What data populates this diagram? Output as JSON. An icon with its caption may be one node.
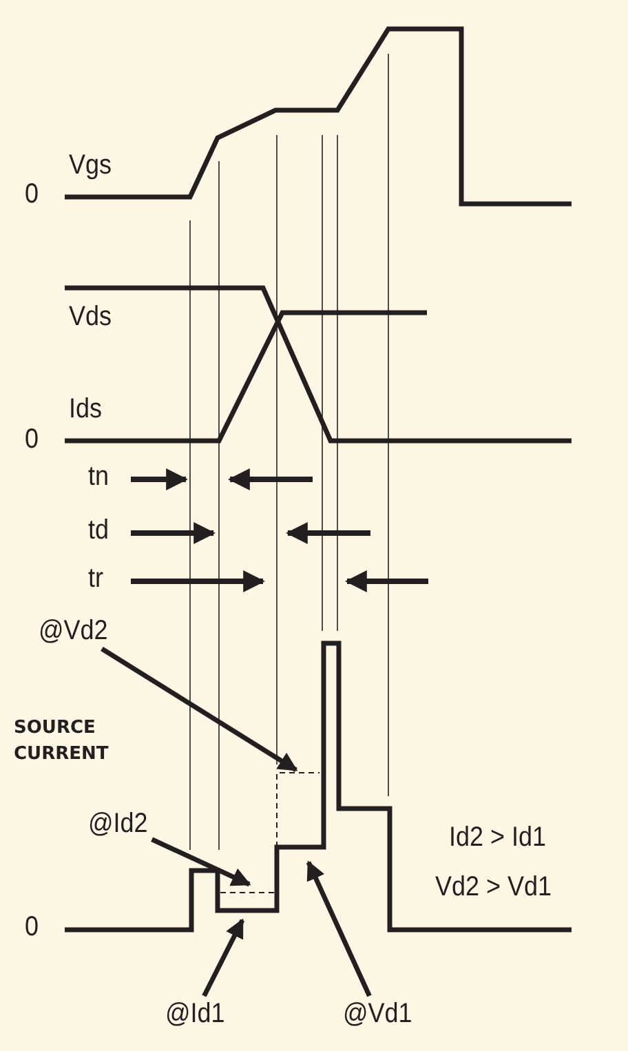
{
  "diagram": {
    "nodes": [
      {
        "text": [
          "@Vd2"
        ]
      },
      {
        "text": [
          "@Id2"
        ]
      },
      {
        "text": [
          "@Id1"
        ]
      },
      {
        "text": [
          "@Vd1"
        ]
      }
    ],
    "edges": [
      {
        "from": 0,
        "to": null,
        "arrow": "to"
      },
      {
        "from": 1,
        "to": null,
        "arrow": "to"
      },
      {
        "from": 2,
        "to": null,
        "arrow": "to"
      },
      {
        "from": 3,
        "to": null,
        "arrow": "to"
      }
    ],
    "labels": [
      "Vgs",
      "0",
      "Vds",
      "Ids",
      "0",
      "tn",
      "td",
      "tr",
      "SOURCE CURRENT",
      "0",
      "Id2 > Id1",
      "Vd2 > Vd1"
    ]
  }
}
